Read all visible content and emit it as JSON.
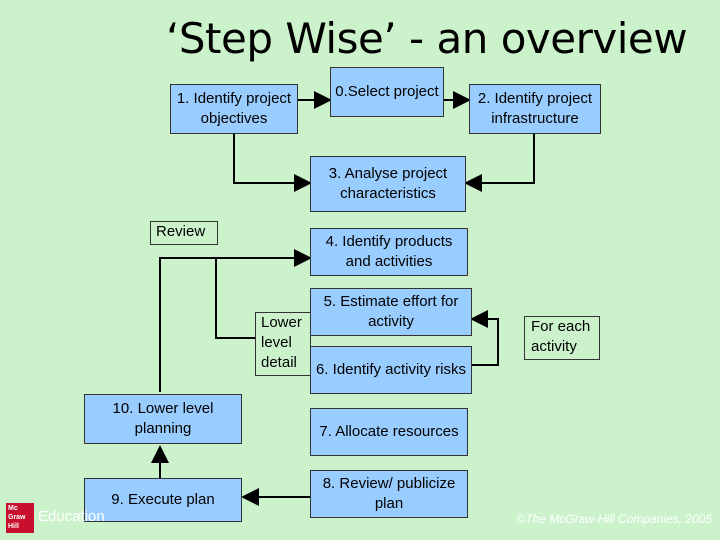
{
  "title": "‘Step Wise’ - an overview",
  "steps": {
    "s0": "0.Select project",
    "s1": "1. Identify project objectives",
    "s2": "2. Identify project infrastructure",
    "s3": "3. Analyse project characteristics",
    "s4": "4. Identify products and activities",
    "s5": "5. Estimate effort for activity",
    "s6": "6. Identify activity risks",
    "s7": "7. Allocate resources",
    "s8": "8. Review/ publicize plan",
    "s9": "9. Execute plan",
    "s10": "10. Lower level planning"
  },
  "labels": {
    "review": "Review",
    "lower_level_detail": "Lower level detail",
    "for_each_activity": "For each activity"
  },
  "footer": {
    "logo": "Mc Graw Hill",
    "brand": "Education",
    "copyright": "©The McGraw-Hill Companies, 2005"
  },
  "colors": {
    "background": "#ccf2cc",
    "box_fill": "#99ccff",
    "line": "#000000"
  }
}
